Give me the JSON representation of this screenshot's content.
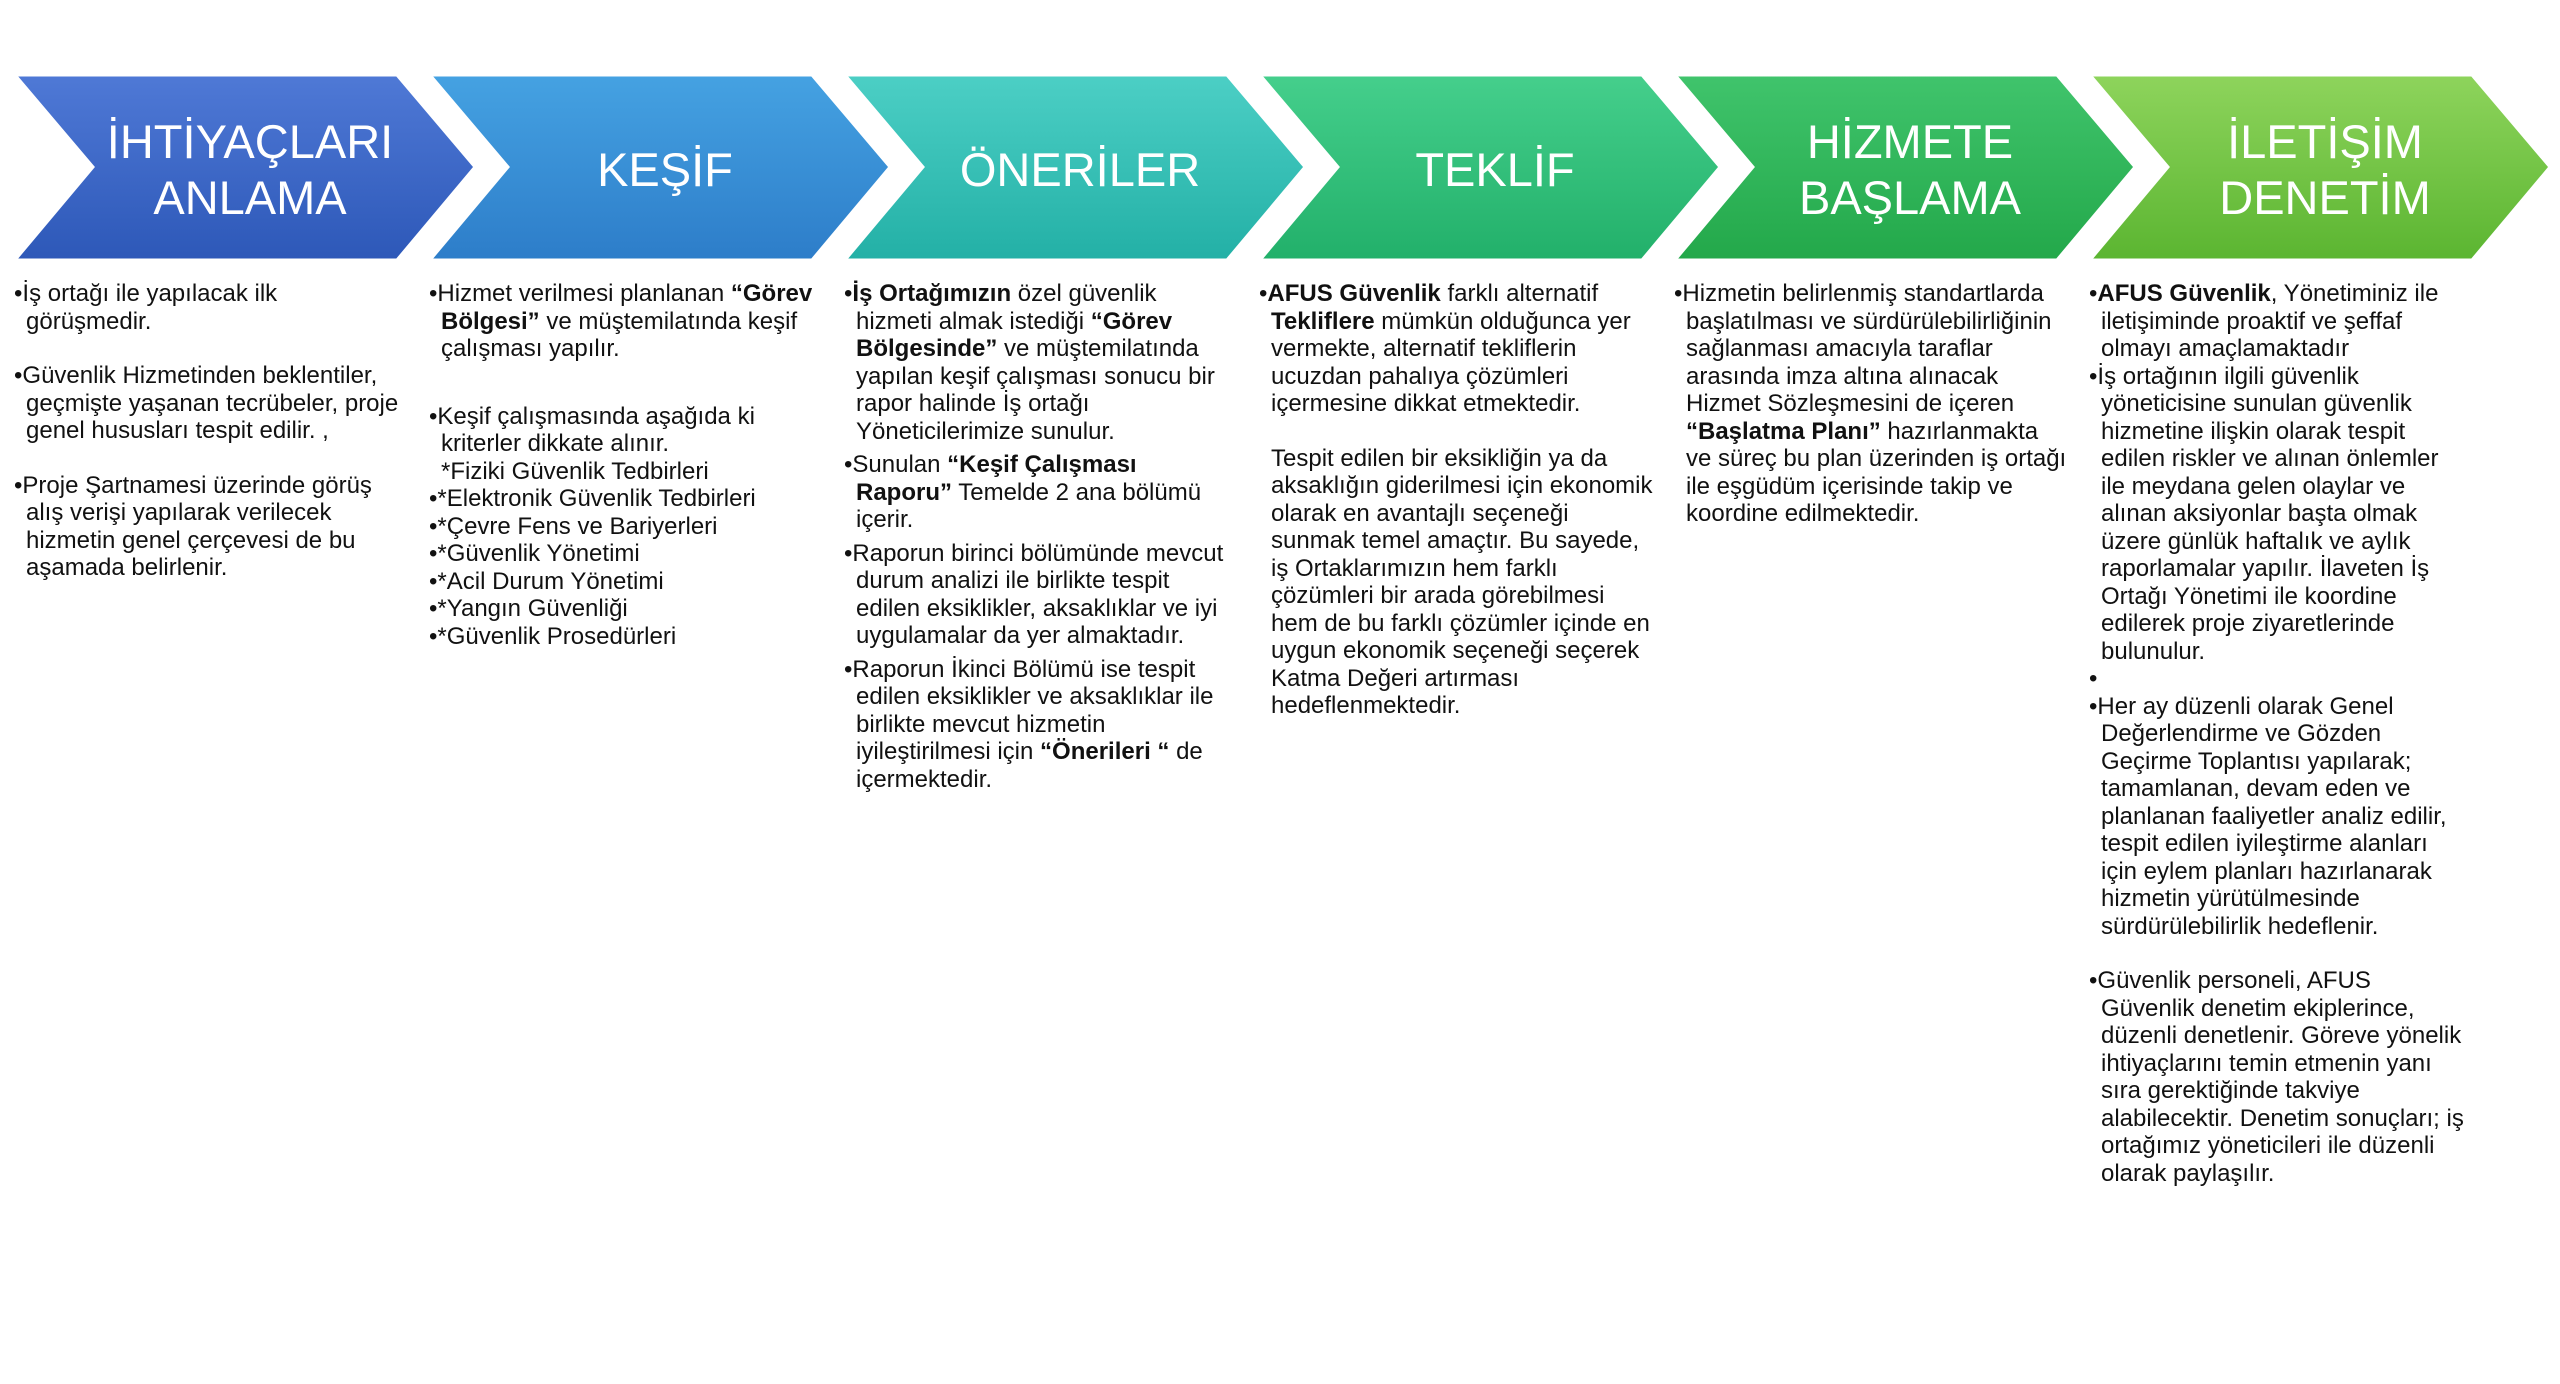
{
  "steps": [
    {
      "title": "İHTİYAÇLARI\nANLAMA",
      "color_top": "#4f79d6",
      "color_bottom": "#2d58b8"
    },
    {
      "title": "KEŞİF",
      "color_top": "#45a2e2",
      "color_bottom": "#2d7dc9"
    },
    {
      "title": "ÖNERİLER",
      "color_top": "#4ccfc5",
      "color_bottom": "#23b0a6"
    },
    {
      "title": "TEKLİF",
      "color_top": "#45cf8c",
      "color_bottom": "#22b06a"
    },
    {
      "title": "HİZMETE\nBAŞLAMA",
      "color_top": "#40c46c",
      "color_bottom": "#23a84a"
    },
    {
      "title": "İLETİŞİM\nDENETİM",
      "color_top": "#8ed45c",
      "color_bottom": "#5bb531"
    }
  ],
  "col1": {
    "b1": "•İş ortağı ile yapılacak ilk görüşmedir.",
    "b2": "•Güvenlik Hizmetinden beklentiler, geçmişte yaşanan tecrübeler, proje genel hususları tespit edilir. ,",
    "b3": "•Proje Şartnamesi üzerinde görüş alış verişi yapılarak verilecek hizmetin genel çerçevesi de bu aşamada belirlenir."
  },
  "col2": {
    "b1_pre": "•Hizmet verilmesi planlanan ",
    "b1_bold": "“Görev Bölgesi”",
    "b1_post": " ve müştemilatında keşif çalışması yapılır.",
    "b2": "•Keşif çalışmasında aşağıda ki kriterler dikkate alınır.",
    "i0": "*Fiziki Güvenlik Tedbirleri",
    "i1": "•*Elektronik Güvenlik Tedbirleri",
    "i2": "•*Çevre Fens ve Bariyerleri",
    "i3": "•*Güvenlik Yönetimi",
    "i4": "•*Acil Durum Yönetimi",
    "i5": "•*Yangın Güvenliği",
    "i6": "•*Güvenlik Prosedürleri"
  },
  "col3": {
    "b1_bullet": "•",
    "b1_bold": "İş Ortağımızın",
    "b1_mid": " özel güvenlik hizmeti almak istediği ",
    "b1_bold2": "“Görev Bölgesinde”",
    "b1_post": " ve müştemilatında yapılan keşif çalışması sonucu bir rapor halinde İş ortağı Yöneticilerimize sunulur.",
    "b2_pre": "•Sunulan ",
    "b2_bold": "“Keşif Çalışması Raporu”",
    "b2_post": " Temelde 2 ana bölümü içerir.",
    "b3": "•Raporun birinci bölümünde mevcut durum analizi ile birlikte tespit edilen eksiklikler, aksaklıklar ve iyi uygulamalar da yer almaktadır.",
    "b4_pre": "•Raporun İkinci Bölümü ise tespit edilen eksiklikler ve aksaklıklar ile birlikte mevcut hizmetin iyileştirilmesi için ",
    "b4_bold": "“Önerileri “",
    "b4_post": " de içermektedir."
  },
  "col4": {
    "b1_bullet": "•",
    "b1_bold": "AFUS Güvenlik",
    "b1_mid": " farklı alternatif ",
    "b1_bold2": "Tekliflere",
    "b1_post": " mümkün olduğunca yer vermekte, alternatif tekliflerin ucuzdan pahalıya çözümleri içermesine dikkat etmektedir.",
    "p2": "Tespit edilen bir eksikliğin ya da aksaklığın giderilmesi için ekonomik olarak en avantajlı seçeneği sunmak temel amaçtır. Bu sayede, iş Ortaklarımızın hem farklı çözümleri bir arada görebilmesi hem de bu farklı çözümler içinde en uygun ekonomik seçeneği seçerek Katma Değeri artırması hedeflenmektedir."
  },
  "col5": {
    "b1_pre": "•Hizmetin belirlenmiş standartlarda başlatılması ve sürdürülebilirliğinin sağlanması amacıyla taraflar arasında imza altına alınacak Hizmet Sözleşmesini de içeren ",
    "b1_bold": "“Başlatma Planı”",
    "b1_post": " hazırlanmakta ve süreç bu plan üzerinden iş ortağı ile eşgüdüm içerisinde takip ve koordine edilmektedir."
  },
  "col6": {
    "b1_bullet": "•",
    "b1_bold": "AFUS Güvenlik",
    "b1_post": ", Yönetiminiz ile iletişiminde proaktif ve şeffaf olmayı amaçlamaktadır",
    "b2": "•İş ortağının ilgili güvenlik yöneticisine sunulan güvenlik hizmetine ilişkin olarak tespit edilen riskler ve alınan önlemler ile meydana gelen olaylar ve alınan aksiyonlar başta olmak üzere günlük haftalık ve aylık raporlamalar yapılır. İlaveten İş Ortağı Yönetimi ile koordine edilerek proje ziyaretlerinde bulunulur.",
    "b3": "•",
    "b4": "•Her ay düzenli olarak Genel Değerlendirme ve Gözden Geçirme Toplantısı yapılarak; tamamlanan, devam eden ve planlanan faaliyetler analiz edilir, tespit edilen iyileştirme alanları için eylem planları hazırlanarak hizmetin yürütülmesinde sürdürülebilirlik hedeflenir.",
    "b5": "•Güvenlik personeli, AFUS Güvenlik denetim ekiplerince, düzenli denetlenir. Göreve yönelik ihtiyaçlarını temin etmenin yanı sıra gerektiğinde takviye alabilecektir. Denetim sonuçları; iş ortağımız yöneticileri ile düzenli olarak paylaşılır."
  }
}
